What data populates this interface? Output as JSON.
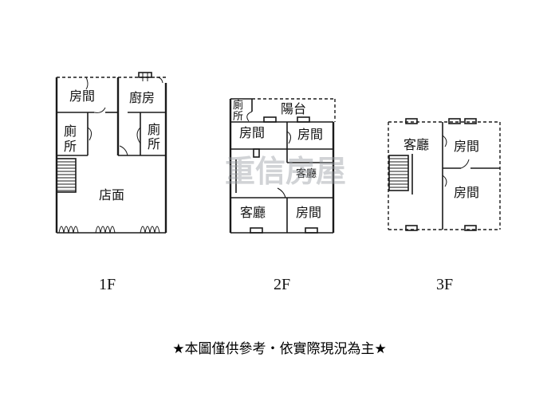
{
  "floor1": {
    "label": "1F",
    "rooms": {
      "bedroom": "房間",
      "kitchen": "廚房",
      "toilet_a": "廁",
      "toilet_b": "所",
      "toilet2_a": "廁",
      "toilet2_b": "所",
      "shop": "店面"
    }
  },
  "floor2": {
    "label": "2F",
    "rooms": {
      "toilet_a": "廁",
      "toilet_b": "所",
      "balcony": "陽台",
      "bedroom1": "房間",
      "bedroom2": "房間",
      "living": "客廳",
      "bedroom3": "房間",
      "living_partial": "客廳"
    }
  },
  "floor3": {
    "label": "3F",
    "rooms": {
      "living": "客廳",
      "bedroom1": "房間",
      "bedroom2": "房間"
    }
  },
  "watermark": "重信房屋",
  "footnote": "★本圖僅供參考・依實際現況為主★"
}
